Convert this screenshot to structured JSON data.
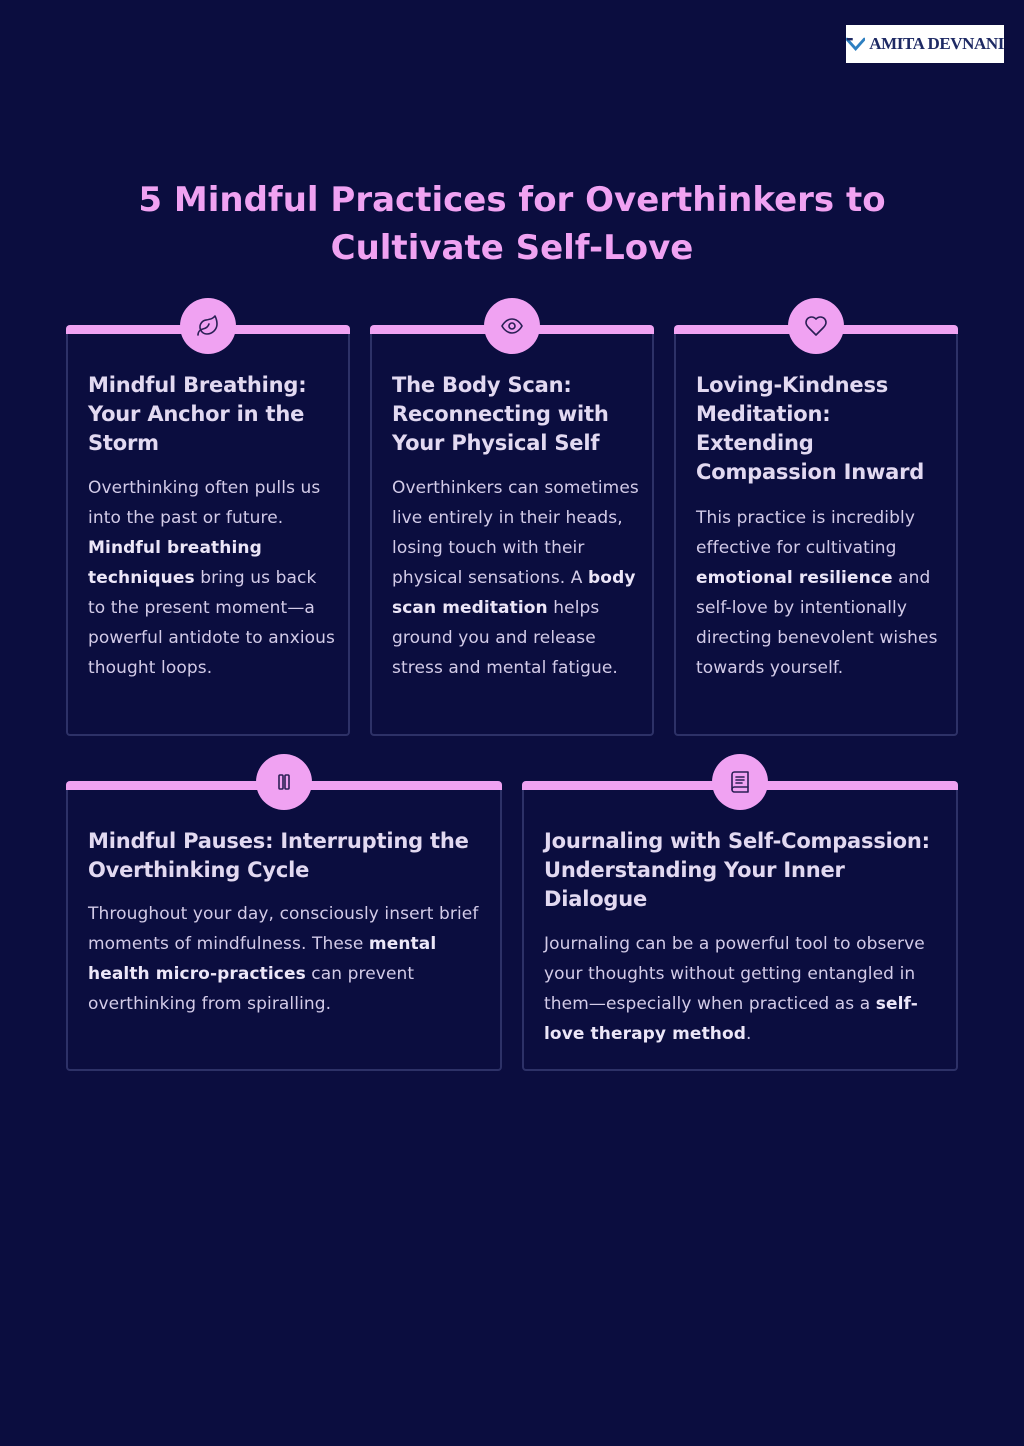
{
  "brand": {
    "name": "AMITA DEVNANI"
  },
  "page": {
    "title": "5 Mindful Practices for Overthinkers to Cultivate Self-Love"
  },
  "colors": {
    "background": "#0b0d3f",
    "accent": "#f0a2f2",
    "border": "#2d3167",
    "text": "#d3cbe8"
  },
  "cards": [
    {
      "icon": "leaf-icon",
      "title": "Mindful Breathing: Your Anchor in the Storm",
      "body": {
        "before": "Overthinking often pulls us into the past or future. ",
        "bold": "Mindful breathing techniques",
        "after": " bring us back to the present moment—a powerful antidote to anxious thought loops."
      }
    },
    {
      "icon": "eye-icon",
      "title": "The Body Scan: Reconnecting with Your Physical Self",
      "body": {
        "before": "Overthinkers can sometimes live entirely in their heads, losing touch with their physical sensations. A ",
        "bold": "body scan meditation",
        "after": " helps ground you and release stress and mental fatigue."
      }
    },
    {
      "icon": "heart-icon",
      "title": "Loving-Kindness Meditation: Extending Compassion Inward",
      "body": {
        "before": "This practice is incredibly effective for cultivating ",
        "bold": "emotional resilience",
        "after": " and self-love by intentionally directing benevolent wishes towards yourself."
      }
    },
    {
      "icon": "pause-icon",
      "title": "Mindful Pauses: Interrupting the Overthinking Cycle",
      "body": {
        "before": "Throughout your day, consciously insert brief moments of mindfulness. These ",
        "bold": "mental health micro-practices",
        "after": " can prevent overthinking from spiralling."
      }
    },
    {
      "icon": "journal-icon",
      "title": "Journaling with Self-Compassion: Understanding Your Inner Dialogue",
      "body": {
        "before": "Journaling can be a powerful tool to observe your thoughts without getting entangled in them—especially when practiced as a ",
        "bold": "self-love therapy method",
        "after": "."
      }
    }
  ]
}
